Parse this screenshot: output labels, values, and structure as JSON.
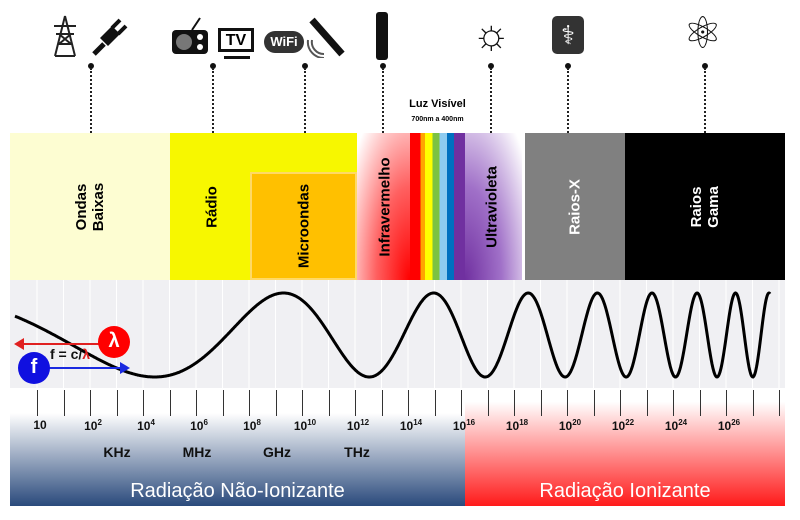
{
  "icons": [
    {
      "name": "power-tower-icon",
      "glyph": "⚡"
    },
    {
      "name": "plug-icon",
      "glyph": "🔌"
    },
    {
      "name": "radio-icon",
      "glyph": "📻"
    },
    {
      "name": "tv-icon",
      "text": "TV"
    },
    {
      "name": "wifi-icon",
      "text": "WiFi"
    },
    {
      "name": "satellite-icon",
      "glyph": "🛰"
    },
    {
      "name": "remote-control-icon",
      "glyph": "▮"
    },
    {
      "name": "sun-icon",
      "glyph": "☼"
    },
    {
      "name": "xray-icon",
      "glyph": "⚕"
    },
    {
      "name": "atom-icon",
      "glyph": "⚛"
    }
  ],
  "bands": {
    "ondas_baixas": "Ondas\nBaixas",
    "radio": "Rádio",
    "microondas": "Microondas",
    "infravermelho": "Infravermelho",
    "luz_visivel": "Luz Visível",
    "luz_visivel_range": "700nm a 400nm",
    "ultravioleta": "Ultravioleta",
    "raios_x": "Raios-X",
    "raios_gama": "Raios\nGama"
  },
  "colors": {
    "ondas_baixas": "#fdfdd2",
    "radio": "#f7f700",
    "microondas": "#ffc000",
    "raios_x": "#808080",
    "raios_gama": "#000000",
    "spectrum": [
      "#ff0000",
      "#ffa500",
      "#ffff00",
      "#7dc242",
      "#8ecbf0",
      "#0070c0",
      "#7030a0"
    ],
    "non_ionizing": "#2a4a7c",
    "ionizing": "#ff1a1a"
  },
  "formula": {
    "f": "f",
    "lambda": "λ",
    "equation_prefix": "f = c/",
    "equation_lambda": "λ"
  },
  "scale": {
    "ticks": [
      {
        "base": "10",
        "exp": ""
      },
      {
        "base": "10",
        "exp": "2"
      },
      {
        "base": "10",
        "exp": "4"
      },
      {
        "base": "10",
        "exp": "6"
      },
      {
        "base": "10",
        "exp": "8"
      },
      {
        "base": "10",
        "exp": "10"
      },
      {
        "base": "10",
        "exp": "12"
      },
      {
        "base": "10",
        "exp": "14"
      },
      {
        "base": "10",
        "exp": "16"
      },
      {
        "base": "10",
        "exp": "18"
      },
      {
        "base": "10",
        "exp": "20"
      },
      {
        "base": "10",
        "exp": "22"
      },
      {
        "base": "10",
        "exp": "24"
      },
      {
        "base": "10",
        "exp": "26"
      }
    ],
    "units": [
      "KHz",
      "MHz",
      "GHz",
      "THz"
    ]
  },
  "footer": {
    "non_ionizing": "Radiação Não-Ionizante",
    "ionizing": "Radiação Ionizante"
  }
}
